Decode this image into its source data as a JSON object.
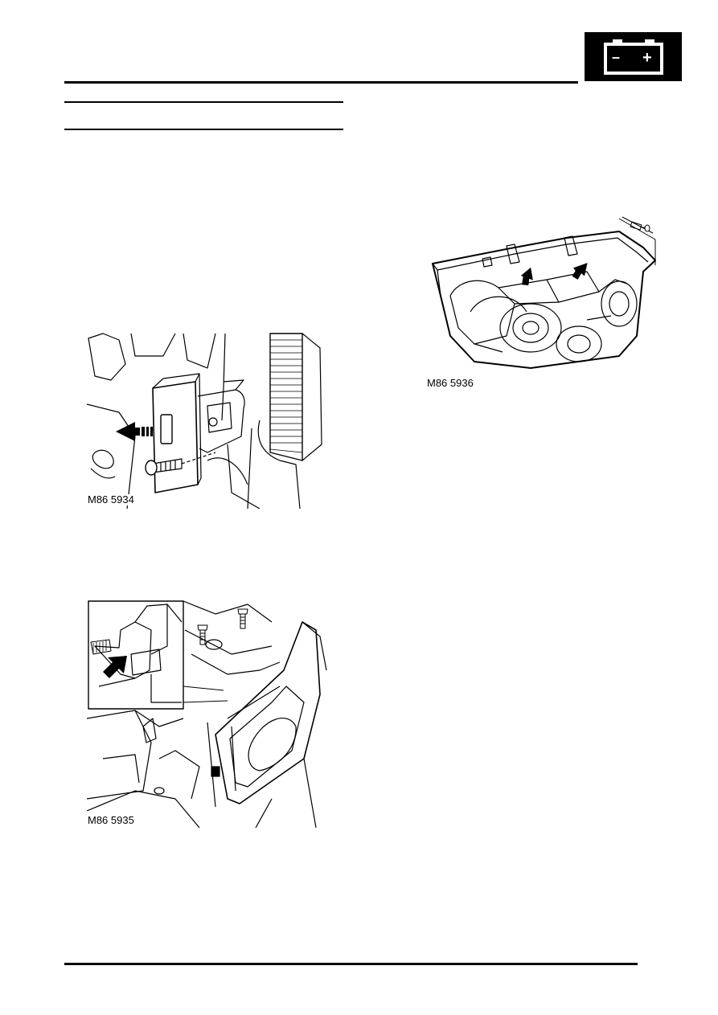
{
  "header": {
    "section_icon": "battery-icon",
    "battery_minus": "–",
    "battery_plus": "+"
  },
  "figures": [
    {
      "id": "fig1",
      "caption": "M86 5934",
      "icon": "arrow-left-icon"
    },
    {
      "id": "fig2",
      "caption": "M86 5935",
      "icon": "arrow-up-right-icon"
    },
    {
      "id": "fig3",
      "caption": "M86 5936",
      "icon": "arrow-up-icon"
    }
  ],
  "colors": {
    "ink": "#000000",
    "paper": "#ffffff"
  }
}
